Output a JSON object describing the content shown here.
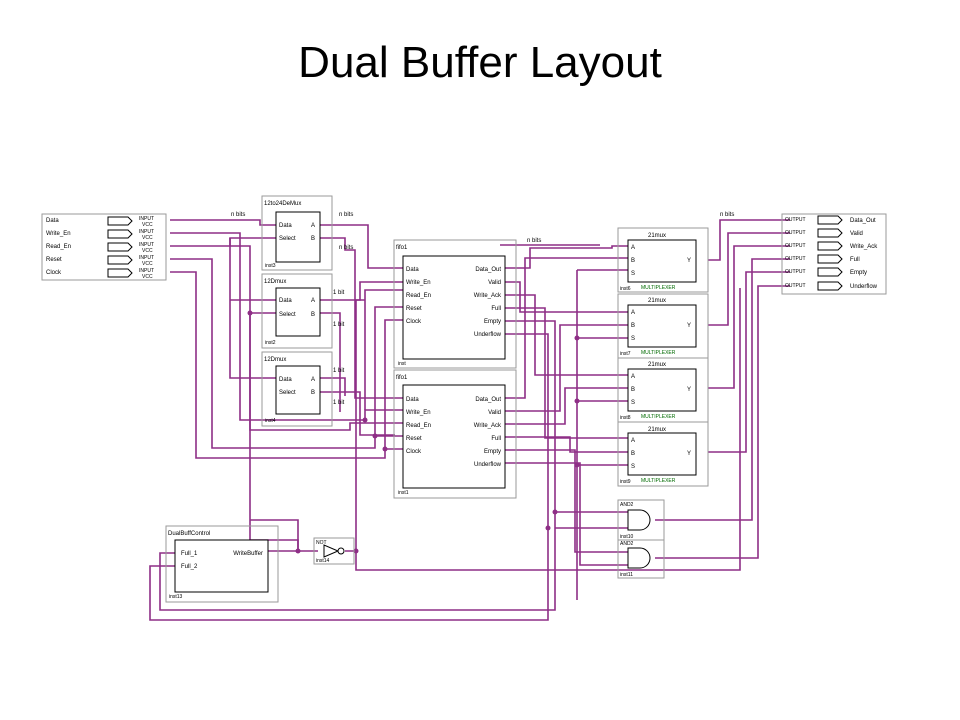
{
  "slide": {
    "title": "Dual Buffer Layout"
  },
  "inputs": [
    {
      "name": "Data",
      "tag": "INPUT",
      "sub": "VCC"
    },
    {
      "name": "Write_En",
      "tag": "INPUT",
      "sub": "VCC"
    },
    {
      "name": "Read_En",
      "tag": "INPUT",
      "sub": "VCC"
    },
    {
      "name": "Reset",
      "tag": "INPUT",
      "sub": "VCC"
    },
    {
      "name": "Clock",
      "tag": "INPUT",
      "sub": "VCC"
    }
  ],
  "outputs": [
    {
      "name": "Data_Out",
      "tag": "OUTPUT"
    },
    {
      "name": "Valid",
      "tag": "OUTPUT"
    },
    {
      "name": "Write_Ack",
      "tag": "OUTPUT"
    },
    {
      "name": "Full",
      "tag": "OUTPUT"
    },
    {
      "name": "Empty",
      "tag": "OUTPUT"
    },
    {
      "name": "Underflow",
      "tag": "OUTPUT"
    }
  ],
  "demux": {
    "title": "12to24DeMux",
    "p1": "Data",
    "p2": "Select",
    "o1": "A",
    "o2": "B",
    "inst": "inst3"
  },
  "dmux_top": {
    "title": "12Dmux",
    "p1": "Data",
    "p2": "Select",
    "o1": "A",
    "o2": "B",
    "inst": "inst2"
  },
  "dmux_bot": {
    "title": "12Dmux",
    "p1": "Data",
    "p2": "Select",
    "o1": "A",
    "o2": "B",
    "inst": "inst4"
  },
  "fifo_top": {
    "title": "fifo1",
    "in": [
      "Data",
      "Write_En",
      "Read_En",
      "Reset",
      "Clock"
    ],
    "out": [
      "Data_Out",
      "Valid",
      "Write_Ack",
      "Full",
      "Empty",
      "Underflow"
    ],
    "inst": "inst"
  },
  "fifo_bot": {
    "title": "fifo1",
    "in": [
      "Data",
      "Write_En",
      "Read_En",
      "Reset",
      "Clock"
    ],
    "out": [
      "Data_Out",
      "Valid",
      "Write_Ack",
      "Full",
      "Empty",
      "Underflow"
    ],
    "inst": "inst1"
  },
  "muxes": [
    {
      "title": "21mux",
      "a": "A",
      "b": "B",
      "s": "S",
      "y": "Y",
      "type": "MULTIPLEXER",
      "inst": "inst6"
    },
    {
      "title": "21mux",
      "a": "A",
      "b": "B",
      "s": "S",
      "y": "Y",
      "type": "MULTIPLEXER",
      "inst": "inst7"
    },
    {
      "title": "21mux",
      "a": "A",
      "b": "B",
      "s": "S",
      "y": "Y",
      "type": "MULTIPLEXER",
      "inst": "inst8"
    },
    {
      "title": "21mux",
      "a": "A",
      "b": "B",
      "s": "S",
      "y": "Y",
      "type": "MULTIPLEXER",
      "inst": "inst9"
    }
  ],
  "and_gates": [
    {
      "tag": "AND2",
      "inst": "inst10"
    },
    {
      "tag": "AND2",
      "inst": "inst11"
    }
  ],
  "not_gate": {
    "tag": "NOT",
    "inst": "inst14"
  },
  "control": {
    "title": "DualBuffControl",
    "in1": "Full_1",
    "in2": "Full_2",
    "out": "WriteBuffer",
    "inst": "inst13"
  },
  "bus_labels": {
    "n_bits": "n bits",
    "one_bit": "1 bit"
  }
}
